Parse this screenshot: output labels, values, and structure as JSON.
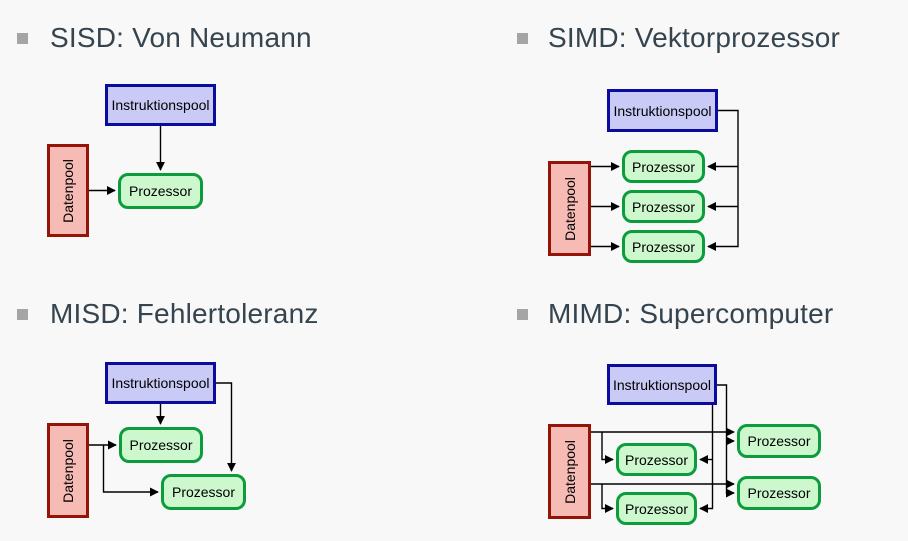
{
  "labels": {
    "instruction_pool": "Instruktionspool",
    "data_pool": "Datenpool",
    "processor": "Prozessor"
  },
  "sections": {
    "sisd": {
      "title": "SISD: Von Neumann"
    },
    "simd": {
      "title": "SIMD: Vektorprozessor"
    },
    "misd": {
      "title": "MISD: Fehlertoleranz"
    },
    "mimd": {
      "title": "MIMD: Supercomputer"
    }
  },
  "colors": {
    "page_background": "#f8f8f8",
    "title_text": "#35444e",
    "bullet": "#a5a5a5",
    "instruction_pool_border": "#0b0b9d",
    "instruction_pool_fill": "#cacaf6",
    "data_pool_border": "#941408",
    "data_pool_fill": "#f6bbb5",
    "processor_border": "#0c9c3c",
    "processor_fill": "#cdf7cd",
    "arrow": "#000000"
  }
}
